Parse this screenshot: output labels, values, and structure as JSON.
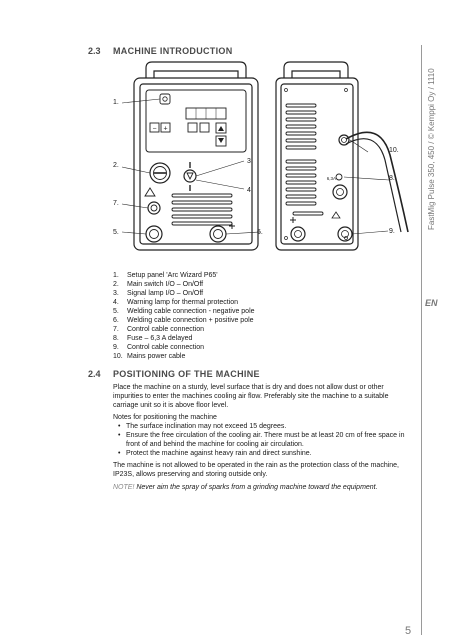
{
  "section_23": {
    "number": "2.3",
    "title": "MACHINE INTRODUCTION"
  },
  "callouts": {
    "c1": "1.",
    "c2": "2.",
    "c3": "3.",
    "c4": "4.",
    "c5": "5.",
    "c6": "6.",
    "c7": "7.",
    "c8": "8.",
    "c9": "9.",
    "c10": "10."
  },
  "panel_labels": {
    "fuse": "6,3A"
  },
  "list": [
    {
      "num": "1.",
      "text": "Setup panel 'Arc Wizard P65'"
    },
    {
      "num": "2.",
      "text": "Main switch I/O – On/Off"
    },
    {
      "num": "3.",
      "text": "Signal lamp I/O – On/Off"
    },
    {
      "num": "4.",
      "text": "Warning lamp for thermal protection"
    },
    {
      "num": "5.",
      "text": "Welding cable connection - negative pole"
    },
    {
      "num": "6.",
      "text": "Welding cable connection + positive pole"
    },
    {
      "num": "7.",
      "text": "Control cable connection"
    },
    {
      "num": "8.",
      "text": "Fuse – 6,3 A delayed"
    },
    {
      "num": "9.",
      "text": "Control cable connection"
    },
    {
      "num": "10.",
      "text": "Mains power cable"
    }
  ],
  "section_24": {
    "number": "2.4",
    "title": "POSITIONING OF THE MACHINE"
  },
  "para1_lines": [
    "Place the machine on a sturdy, level surface that is dry and does not allow dust or other",
    "impurities to enter the machines cooling air flow. Preferably site the machine to a suitable",
    "carriage unit so it is above floor level."
  ],
  "notes_heading": "Notes for positioning the machine",
  "bullets": [
    {
      "lines": [
        "The surface inclination may not exceed 15 degrees."
      ]
    },
    {
      "lines": [
        "Ensure the free circulation of the cooling air. There must be at least 20 cm of free space in",
        "front of and behind the machine for cooling air circulation."
      ]
    },
    {
      "lines": [
        "Protect the machine against heavy rain and direct sunshine."
      ]
    }
  ],
  "para2_lines": [
    "The machine is not allowed to be operated in the rain as the protection class of the machine,",
    "IP23S, allows preserving and storing outside only."
  ],
  "note": {
    "label": "NOTE!",
    "text": "Never aim the spray of sparks from a grinding machine toward the equipment."
  },
  "side_text": "FastMig Pulse 350, 450 / © Kemppi Oy / 1110",
  "lang_tag": "EN",
  "page_number": "5"
}
